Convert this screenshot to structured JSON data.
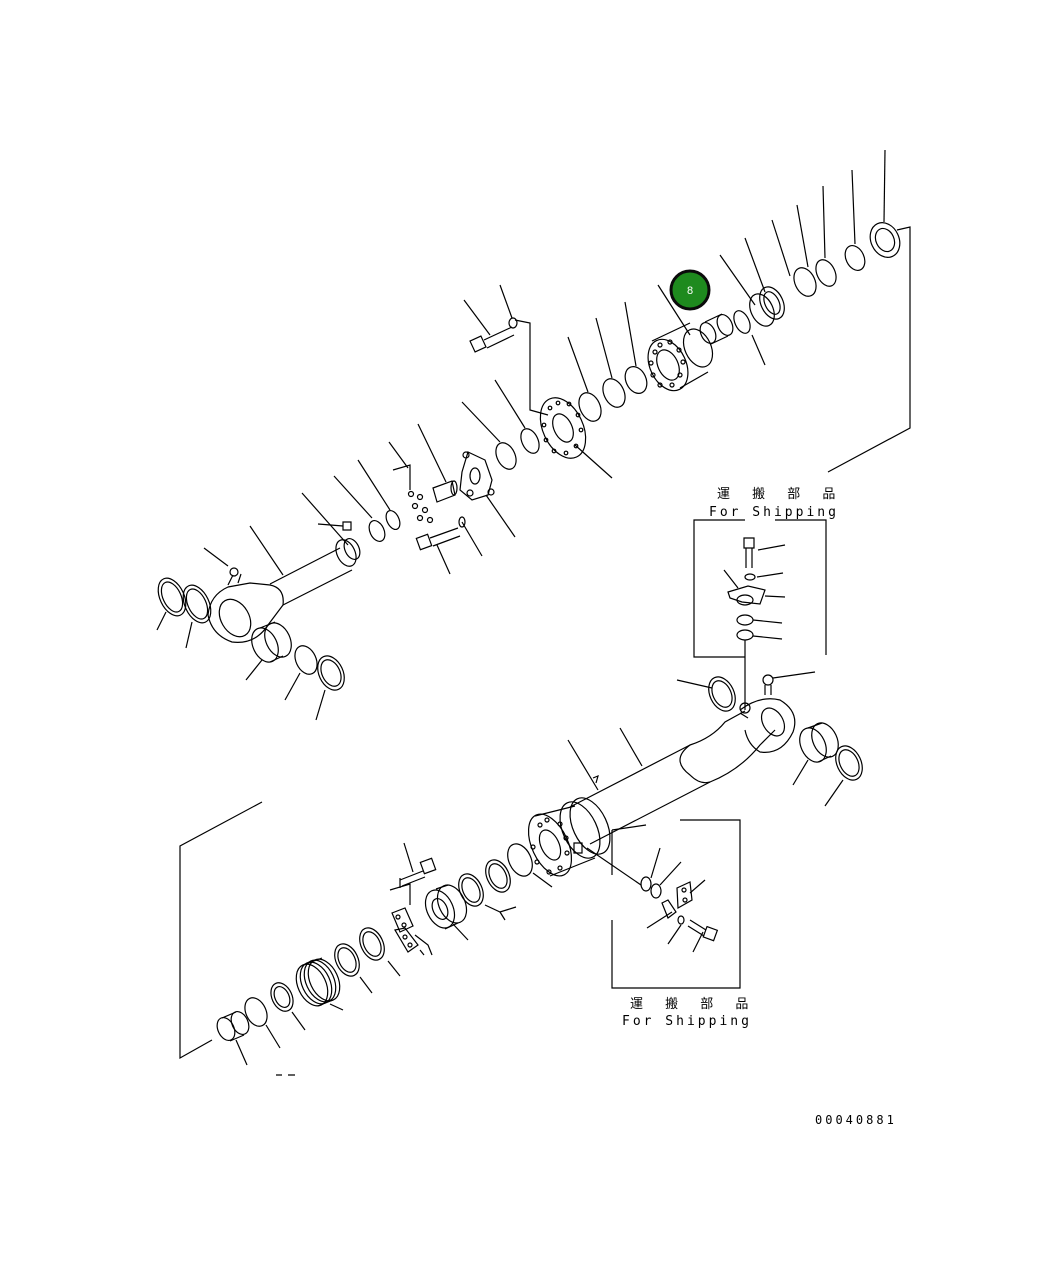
{
  "diagram": {
    "shipping_labels": [
      {
        "jp": "運 搬 部 品",
        "en": "For Shipping"
      },
      {
        "jp": "運 搬 部 品",
        "en": "For Shipping"
      }
    ],
    "drawing_number": "00040881",
    "callouts": [
      {
        "number": "8",
        "color": "#1e8a1e",
        "border": "#0b0b0b"
      }
    ]
  }
}
